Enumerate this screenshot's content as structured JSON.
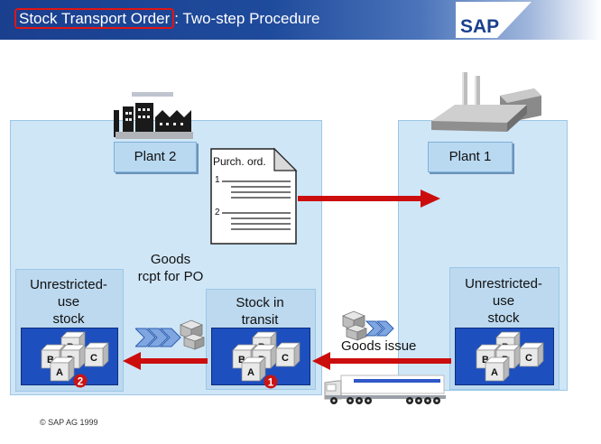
{
  "header": {
    "title_highlight": "Stock Transport Order",
    "title_rest": ": Two-step Procedure"
  },
  "brand": {
    "logo_text": "SAP"
  },
  "plant2": {
    "label": "Plant 2"
  },
  "plant1": {
    "label": "Plant 1"
  },
  "purchase_order": {
    "title": "Purch. ord.",
    "item1": "1",
    "item2": "2"
  },
  "goods_receipt": {
    "line1": "Goods",
    "line2": "rcpt for PO"
  },
  "goods_issue": {
    "label": "Goods issue"
  },
  "stock_plant2": {
    "line1": "Unrestricted-",
    "line2": "use",
    "line3": "stock",
    "step": "2"
  },
  "stock_transit": {
    "line1": "Stock in",
    "line2": "transit",
    "step": "1"
  },
  "stock_plant1": {
    "line1": "Unrestricted-",
    "line2": "use",
    "line3": "stock"
  },
  "boxes": {
    "b": "B",
    "c": "C",
    "a": "A"
  },
  "footer": {
    "copyright": "© SAP AG 1999"
  },
  "colors": {
    "header_blue": "#1f4b9c",
    "panel_blue": "#cfe6f7",
    "stock_blue": "#1d4fbf",
    "arrow_red": "#cc0d0d"
  }
}
